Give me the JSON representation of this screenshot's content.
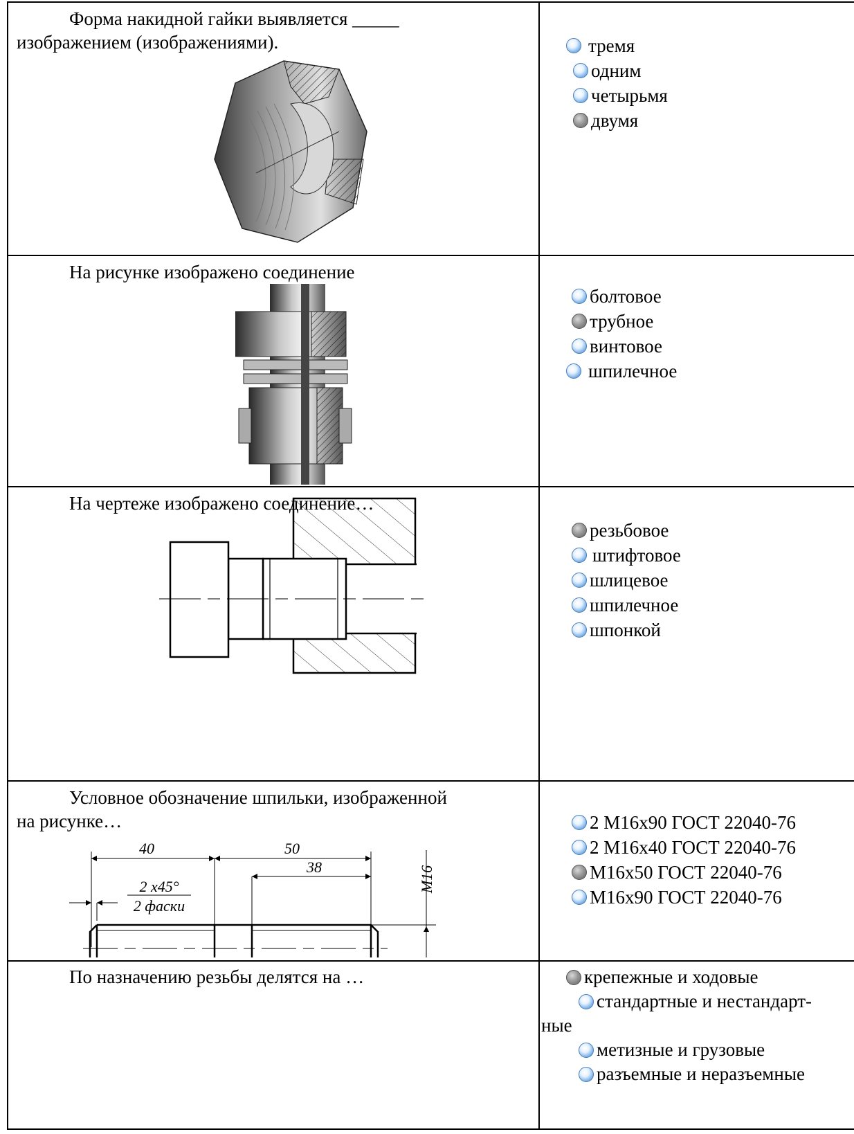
{
  "rows": [
    {
      "question_line1": "Форма накидной гайки выявляется _____",
      "question_line2": "изображением (изображениями).",
      "options": [
        {
          "label": "тремя",
          "selected": false
        },
        {
          "label": "одним",
          "selected": false
        },
        {
          "label": "четырьмя",
          "selected": false
        },
        {
          "label": "двумя",
          "selected": true
        }
      ]
    },
    {
      "question_line1": "На рисунке изображено соединение",
      "options": [
        {
          "label": "болтовое",
          "selected": false
        },
        {
          "label": "трубное",
          "selected": true
        },
        {
          "label": "винтовое",
          "selected": false
        },
        {
          "label": "шпилечное",
          "selected": false
        }
      ]
    },
    {
      "question_line1": "На чертеже изображено соединение…",
      "options": [
        {
          "label": "резьбовое",
          "selected": true
        },
        {
          "label": " штифтовое",
          "selected": false
        },
        {
          "label": "шлицевое",
          "selected": false
        },
        {
          "label": "шпилечное",
          "selected": false
        },
        {
          "label": "шпонкой",
          "selected": false
        }
      ]
    },
    {
      "question_line1": "Условное обозначение шпильки, изображенной",
      "question_line2": "на рисунке…",
      "drawing_labels": {
        "dim_total_left": "40",
        "dim_total_right": "50",
        "dim_thread": "38",
        "chamfer": "2 x45°",
        "chamfer_note": "2 фаски",
        "diameter": "M16"
      },
      "options": [
        {
          "label": "2 М16х90 ГОСТ 22040-76",
          "selected": false
        },
        {
          "label": "2 М16х40 ГОСТ 22040-76",
          "selected": false
        },
        {
          "label": "М16х50 ГОСТ 22040-76",
          "selected": true
        },
        {
          "label": "М16х90 ГОСТ 22040-76",
          "selected": false
        }
      ]
    },
    {
      "question_line1": "По назначению резьбы делятся на …",
      "options": [
        {
          "label": "крепежные и ходовые",
          "selected": true
        },
        {
          "label": "стандартные и нестандарт-",
          "selected": false
        },
        {
          "label": "ные",
          "selected": false,
          "continuation": true
        },
        {
          "label": "метизные и грузовые",
          "selected": false
        },
        {
          "label": "разъемные и неразъемные",
          "selected": false
        }
      ]
    }
  ]
}
